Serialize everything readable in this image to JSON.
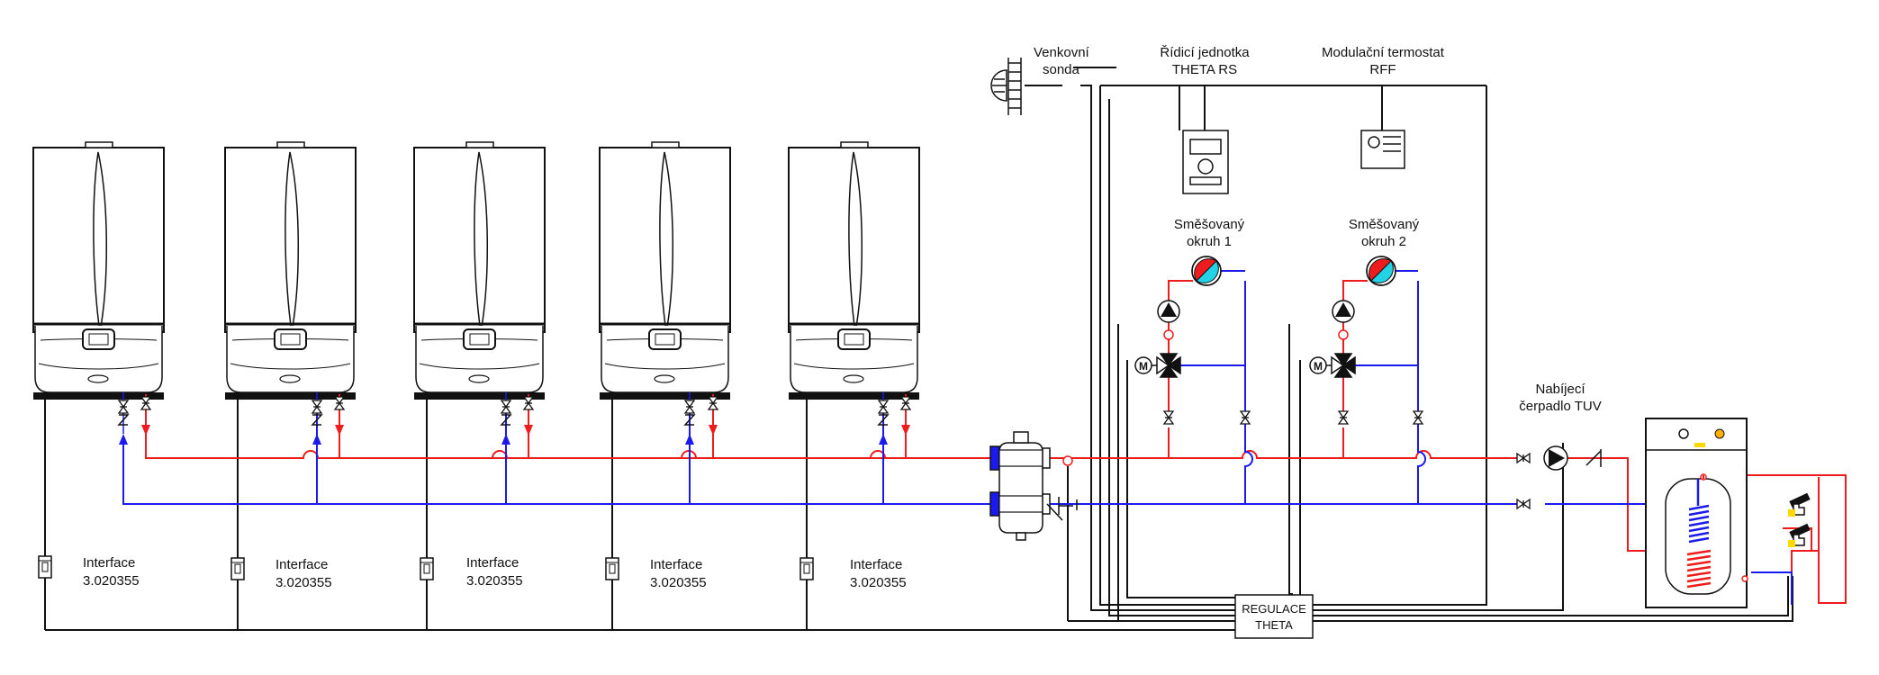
{
  "boiler_interfaces": [
    {
      "line1": "Interface",
      "line2": "3.020355"
    },
    {
      "line1": "Interface",
      "line2": "3.020355"
    },
    {
      "line1": "Interface",
      "line2": "3.020355"
    },
    {
      "line1": "Interface",
      "line2": "3.020355"
    },
    {
      "line1": "Interface",
      "line2": "3.020355"
    }
  ],
  "outdoor_probe": {
    "line1": "Venkovní",
    "line2": "sonda"
  },
  "control_unit": {
    "line1": "Řídicí jednotka",
    "line2": "THETA RS"
  },
  "thermostat": {
    "line1": "Modulační termostat",
    "line2": "RFF"
  },
  "mixed_circuits": [
    {
      "line1": "Směšovaný",
      "line2": "okruh 1"
    },
    {
      "line1": "Směšovaný",
      "line2": "okruh 2"
    }
  ],
  "dhw_pump": {
    "line1": "Nabíjecí",
    "line2": "čerpadlo TUV"
  },
  "regulator": {
    "line1": "REGULACE",
    "line2": "THETA"
  },
  "colors": {
    "flow": "#ee1c1c",
    "return": "#1a1aee",
    "wiring": "#111111",
    "cyan": "#22d3e6"
  }
}
